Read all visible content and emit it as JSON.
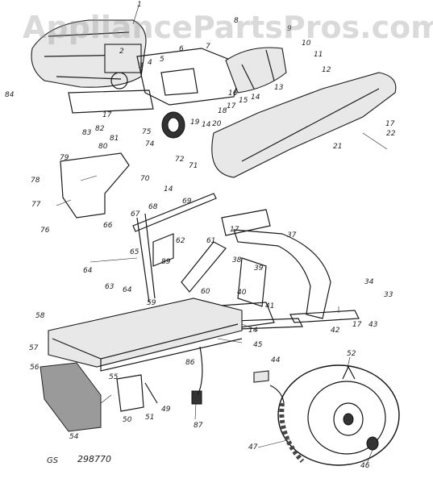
{
  "watermark": "AppliancePartsPros.com",
  "footer": {
    "left": "GS",
    "code": "298770"
  },
  "callouts": [
    "1",
    "2",
    "3",
    "4",
    "5",
    "6",
    "7",
    "8",
    "9",
    "10",
    "11",
    "12",
    "13",
    "14",
    "15",
    "16",
    "17",
    "18",
    "19",
    "20",
    "21",
    "22",
    "33",
    "34",
    "37",
    "38",
    "39",
    "40",
    "41",
    "42",
    "43",
    "44",
    "45",
    "46",
    "47",
    "49",
    "50",
    "51",
    "52",
    "54",
    "55",
    "56",
    "57",
    "58",
    "59",
    "60",
    "61",
    "62",
    "63",
    "64",
    "65",
    "66",
    "67",
    "68",
    "69",
    "70",
    "71",
    "72",
    "74",
    "75",
    "76",
    "77",
    "78",
    "79",
    "80",
    "81",
    "82",
    "83",
    "84",
    "86",
    "87",
    "89"
  ]
}
